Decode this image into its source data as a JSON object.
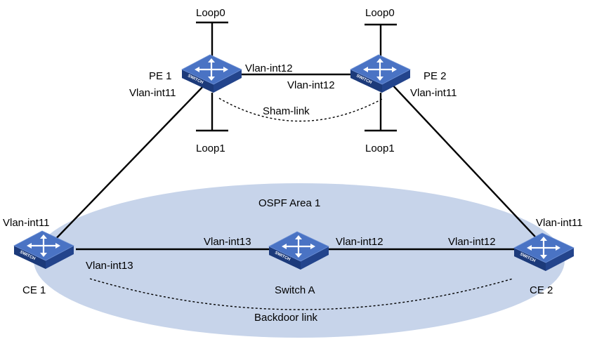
{
  "colors": {
    "area_fill": "#c7d4ea",
    "switch_top": "#4a73c4",
    "switch_side": "#23448c",
    "link": "#000000"
  },
  "area": {
    "label": "OSPF Area 1"
  },
  "switch_icon": {
    "text": "SWITCH",
    "icon": "switch-icon"
  },
  "devices": {
    "pe1": {
      "name": "PE 1"
    },
    "pe2": {
      "name": "PE 2"
    },
    "ce1": {
      "name": "CE 1"
    },
    "ce2": {
      "name": "CE 2"
    },
    "switch_a": {
      "name": "Switch A"
    }
  },
  "loopbacks": {
    "pe1_loop0": "Loop0",
    "pe1_loop1": "Loop1",
    "pe2_loop0": "Loop0",
    "pe2_loop1": "Loop1"
  },
  "interfaces": {
    "pe1_to_pe2": "Vlan-int12",
    "pe2_to_pe1": "Vlan-int12",
    "pe1_to_ce1": "Vlan-int11",
    "pe2_to_ce2": "Vlan-int11",
    "ce1_to_pe1": "Vlan-int11",
    "ce2_to_pe2": "Vlan-int11",
    "ce1_to_swa": "Vlan-int13",
    "swa_to_ce1": "Vlan-int13",
    "swa_to_ce2": "Vlan-int12",
    "ce2_to_swa": "Vlan-int12"
  },
  "links": {
    "sham_link": "Sham-link",
    "backdoor_link": "Backdoor link"
  }
}
